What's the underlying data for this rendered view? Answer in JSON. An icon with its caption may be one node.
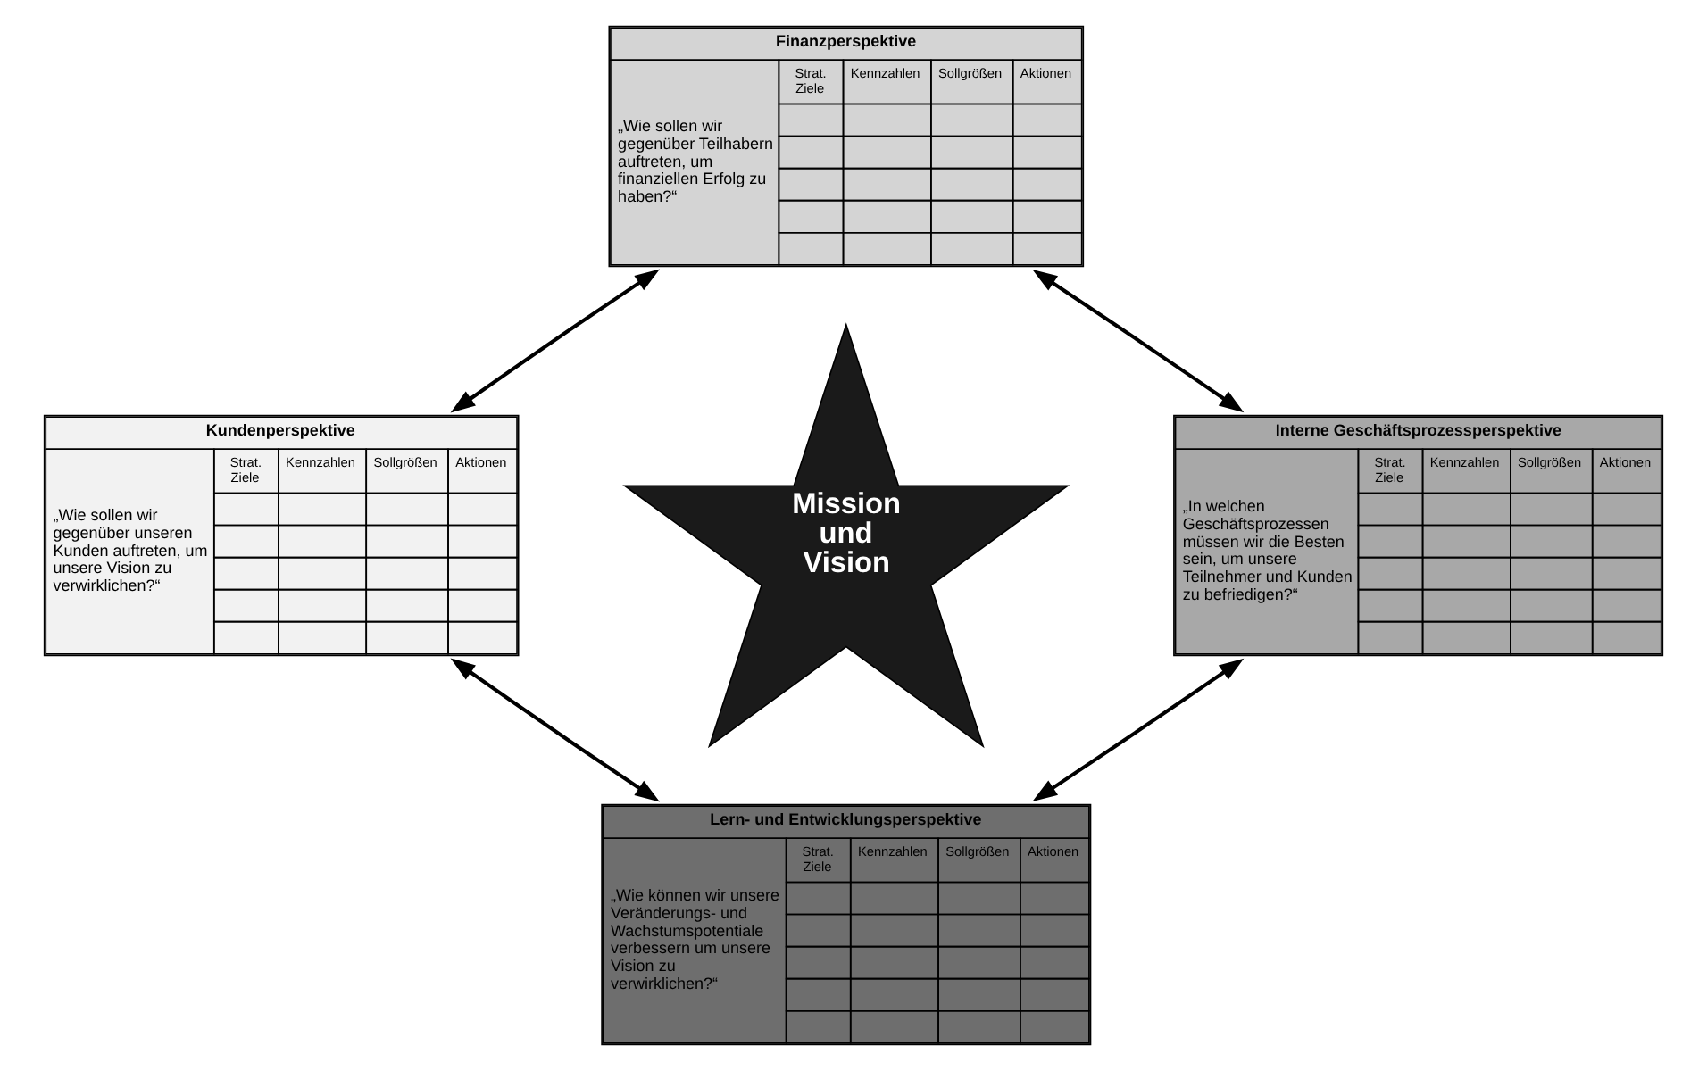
{
  "diagram": {
    "nodes": [
      {
        "text": [
          "Finanzperspektive",
          "„Wie sollen wir gegenüber Teilhabern auftreten, um finanziellen Erfolg zu haben?“",
          "Strat. Ziele",
          "Kennzahlen",
          "Sollgrößen",
          "Aktionen"
        ]
      },
      {
        "text": [
          "Kundenperspektive",
          "„Wie sollen wir gegenüber unseren Kunden auftreten, um unsere Vision zu verwirklichen?“",
          "Strat. Ziele",
          "Kennzahlen",
          "Sollgrößen",
          "Aktionen"
        ]
      },
      {
        "text": [
          "Mission und Vision"
        ]
      },
      {
        "text": [
          "Interne Geschäftsprozessperspektive",
          "„In welchen Geschäftsprozessen müssen wir die Besten sein, um unsere Teilnehmer und Kunden zu befriedigen?“",
          "Strat. Ziele",
          "Kennzahlen",
          "Sollgrößen",
          "Aktionen"
        ]
      },
      {
        "text": [
          "Lern- und Entwicklungsperspektive",
          "„Wie können wir unsere Veränderungs- und Wachstumspotentiale verbessern um unsere Vision zu verwirklichen?“",
          "Strat. Ziele",
          "Kennzahlen",
          "Sollgrößen",
          "Aktionen"
        ]
      }
    ],
    "edges": [
      {
        "from": 0,
        "to": 1,
        "arrow": "both"
      },
      {
        "from": 0,
        "to": 3,
        "arrow": "both"
      },
      {
        "from": 1,
        "to": 4,
        "arrow": "both"
      },
      {
        "from": 3,
        "to": 4,
        "arrow": "both"
      }
    ]
  }
}
